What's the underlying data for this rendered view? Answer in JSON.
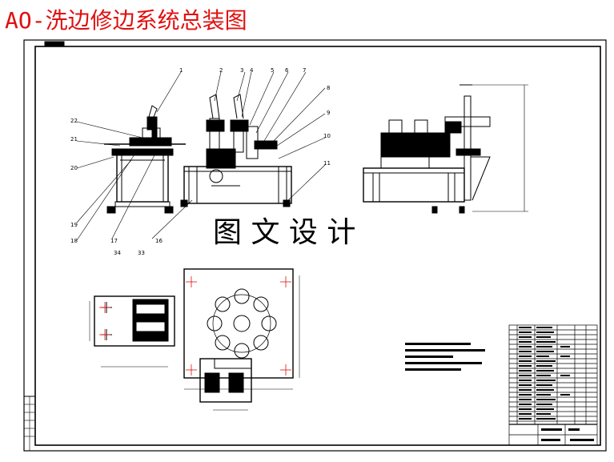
{
  "title": "AO-洗边修边系统总装图",
  "watermark": "图 文 设 计",
  "callouts": [
    "1",
    "2",
    "3",
    "4",
    "5",
    "6",
    "7",
    "8",
    "9",
    "10",
    "11",
    "16",
    "17",
    "18",
    "19",
    "20",
    "21",
    "22",
    "33",
    "34"
  ],
  "colors": {
    "title": "#e01010",
    "line": "#000000",
    "paper": "#ffffff"
  }
}
